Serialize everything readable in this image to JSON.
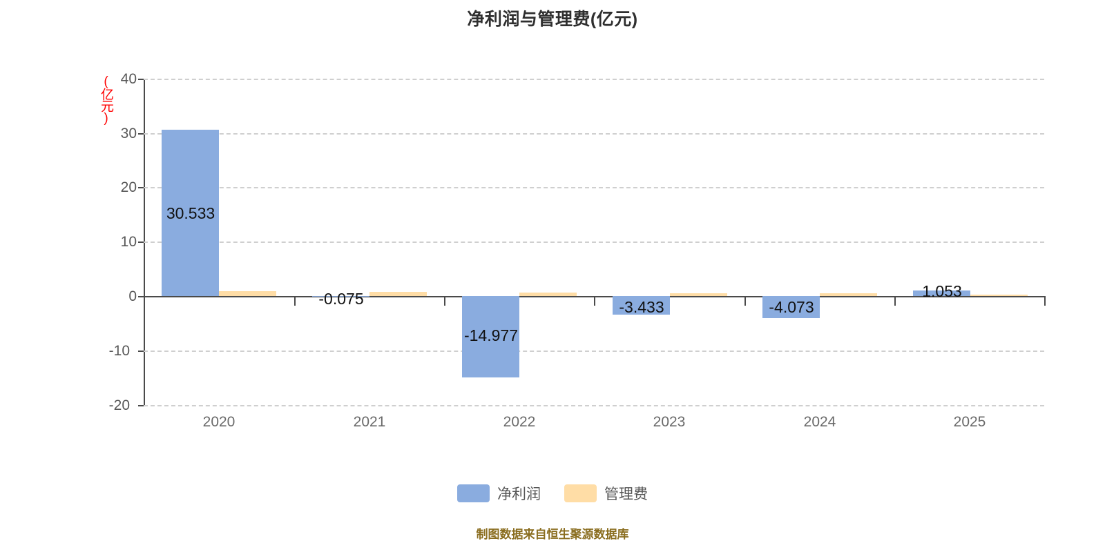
{
  "chart_data": {
    "type": "bar",
    "title": "净利润与管理费(亿元)",
    "xlabel": "",
    "ylabel": "(亿元)",
    "ylim": [
      -20,
      40
    ],
    "yticks": [
      40,
      30,
      20,
      10,
      0,
      -10,
      -20
    ],
    "grid": true,
    "legend_position": "bottom",
    "categories": [
      "2020",
      "2021",
      "2022",
      "2023",
      "2024",
      "2025"
    ],
    "series": [
      {
        "name": "净利润",
        "color": "#8aacdf",
        "values": [
          30.533,
          -0.075,
          -14.977,
          -3.433,
          -4.073,
          1.053
        ],
        "labels": [
          "30.533",
          "-0.075",
          "-14.977",
          "-3.433",
          "-4.073",
          "1.053"
        ]
      },
      {
        "name": "管理费",
        "color": "#ffdda6",
        "values": [
          0.93,
          0.82,
          0.62,
          0.46,
          0.41,
          0.24
        ],
        "labels": [
          "",
          "",
          "",
          "",
          "",
          ""
        ]
      }
    ],
    "annotations": [
      "制图数据来自恒生聚源数据库"
    ]
  },
  "chart": {
    "title": "净利润与管理费(亿元)",
    "y_axis_unit_label": "(亿元)",
    "y_tick_labels": [
      "40",
      "30",
      "20",
      "10",
      "0",
      "-10",
      "-20"
    ],
    "x_tick_labels": [
      "2020",
      "2021",
      "2022",
      "2023",
      "2024",
      "2025"
    ],
    "bar_value_labels": [
      "30.533",
      "-0.075",
      "-14.977",
      "-3.433",
      "-4.073",
      "1.053"
    ],
    "legend": [
      {
        "label": "净利润",
        "color": "#8aacdf"
      },
      {
        "label": "管理费",
        "color": "#ffdda6"
      }
    ],
    "footer_note": "制图数据来自恒生聚源数据库"
  }
}
